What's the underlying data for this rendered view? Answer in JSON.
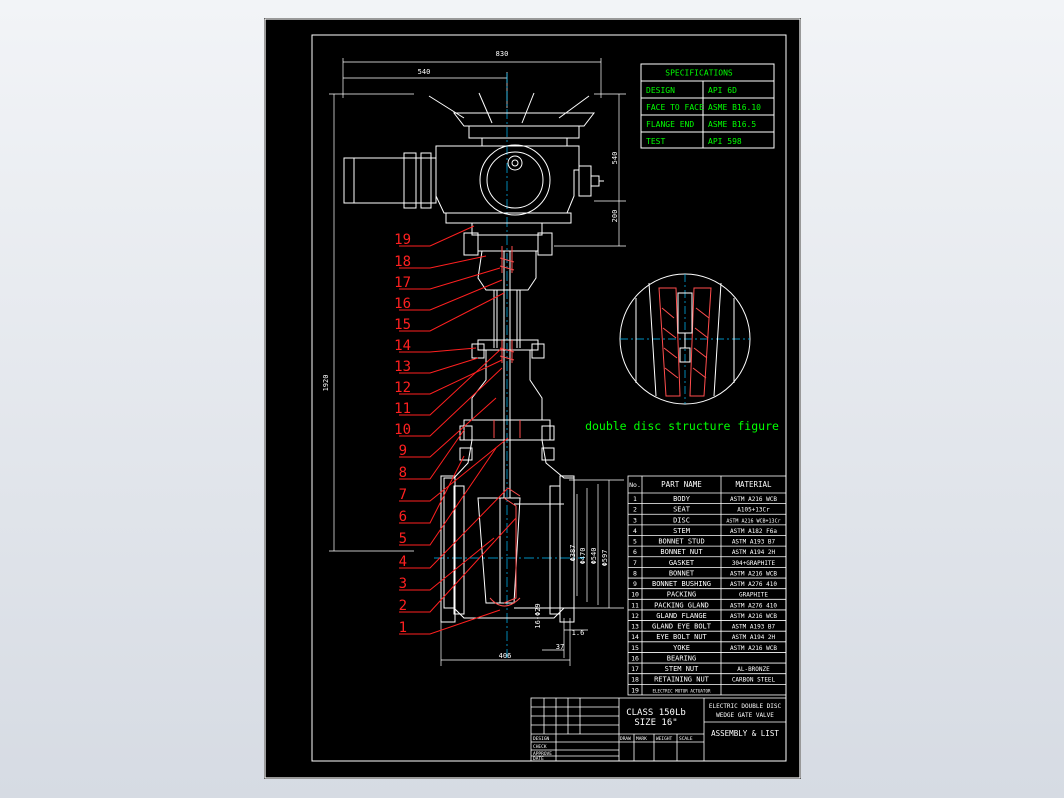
{
  "colors": {
    "background": "#000000",
    "frame": "#ffffff",
    "outline": "#ffffff",
    "table": "#ffffff",
    "text_green": "#00ff00",
    "text_white": "#ffffff",
    "leader": "#ff2020",
    "centerline": "#00bfff",
    "cross_section": "#ff4d4d"
  },
  "specifications": {
    "title": "SPECIFICATIONS",
    "rows": [
      {
        "key": "DESIGN",
        "value": "API 6D"
      },
      {
        "key": "FACE TO FACE",
        "value": "ASME B16.10"
      },
      {
        "key": "FLANGE END",
        "value": "ASME B16.5"
      },
      {
        "key": "TEST",
        "value": "API 598"
      }
    ]
  },
  "dimensions": {
    "overall_width": "830",
    "actuator_width": "540",
    "height_upper": "540",
    "height_lower": "200",
    "total_height": "1920",
    "face_to_face": "406",
    "dia_1": "Φ387",
    "dia_2": "Φ470",
    "dia_3": "Φ540",
    "dia_4": "Φ597",
    "bolt_holes": "16-Φ29",
    "flange_thk": "1.6",
    "raised_face": "37"
  },
  "callouts": [
    "19",
    "18",
    "17",
    "16",
    "15",
    "14",
    "13",
    "12",
    "11",
    "10",
    "9",
    "8",
    "7",
    "6",
    "5",
    "4",
    "3",
    "2",
    "1"
  ],
  "detail_caption": "double disc structure figure",
  "parts_list": {
    "headers": [
      "No.",
      "PART NAME",
      "MATERIAL"
    ],
    "rows": [
      {
        "no": "1",
        "name": "BODY",
        "material": "ASTM A216 WCB"
      },
      {
        "no": "2",
        "name": "SEAT",
        "material": "A105+13Cr"
      },
      {
        "no": "3",
        "name": "DISC",
        "material": "ASTM A216 WCB+13Cr"
      },
      {
        "no": "4",
        "name": "STEM",
        "material": "ASTM A182 F6a"
      },
      {
        "no": "5",
        "name": "BONNET STUD",
        "material": "ASTM A193 B7"
      },
      {
        "no": "6",
        "name": "BONNET NUT",
        "material": "ASTM A194 2H"
      },
      {
        "no": "7",
        "name": "GASKET",
        "material": "304+GRAPHITE"
      },
      {
        "no": "8",
        "name": "BONNET",
        "material": "ASTM A216 WCB"
      },
      {
        "no": "9",
        "name": "BONNET BUSHING",
        "material": "ASTM A276 410"
      },
      {
        "no": "10",
        "name": "PACKING",
        "material": "GRAPHITE"
      },
      {
        "no": "11",
        "name": "PACKING GLAND",
        "material": "ASTM A276 410"
      },
      {
        "no": "12",
        "name": "GLAND FLANGE",
        "material": "ASTM A216 WCB"
      },
      {
        "no": "13",
        "name": "GLAND EYE BOLT",
        "material": "ASTM A193 B7"
      },
      {
        "no": "14",
        "name": "EYE BOLT NUT",
        "material": "ASTM A194 2H"
      },
      {
        "no": "15",
        "name": "YOKE",
        "material": "ASTM A216 WCB"
      },
      {
        "no": "16",
        "name": "BEARING",
        "material": ""
      },
      {
        "no": "17",
        "name": "STEM NUT",
        "material": "AL-BRONZE"
      },
      {
        "no": "18",
        "name": "RETAINING NUT",
        "material": "CARBON STEEL"
      },
      {
        "no": "19",
        "name": "ELECTRIC MOTOR ACTUATOR",
        "material": ""
      }
    ]
  },
  "title_block": {
    "class": "CLASS 150Lb",
    "size": "SIZE 16\"",
    "name_line1": "ELECTRIC DOUBLE DISC",
    "name_line2": "WEDGE GATE VALVE",
    "drawing_type": "ASSEMBLY & LIST",
    "sign_labels": [
      "DESIGN",
      "CHECK",
      "APPROVE",
      "DATE"
    ],
    "bottom_labels": [
      "DRAW",
      "MARK",
      "WEIGHT",
      "SCALE"
    ]
  }
}
